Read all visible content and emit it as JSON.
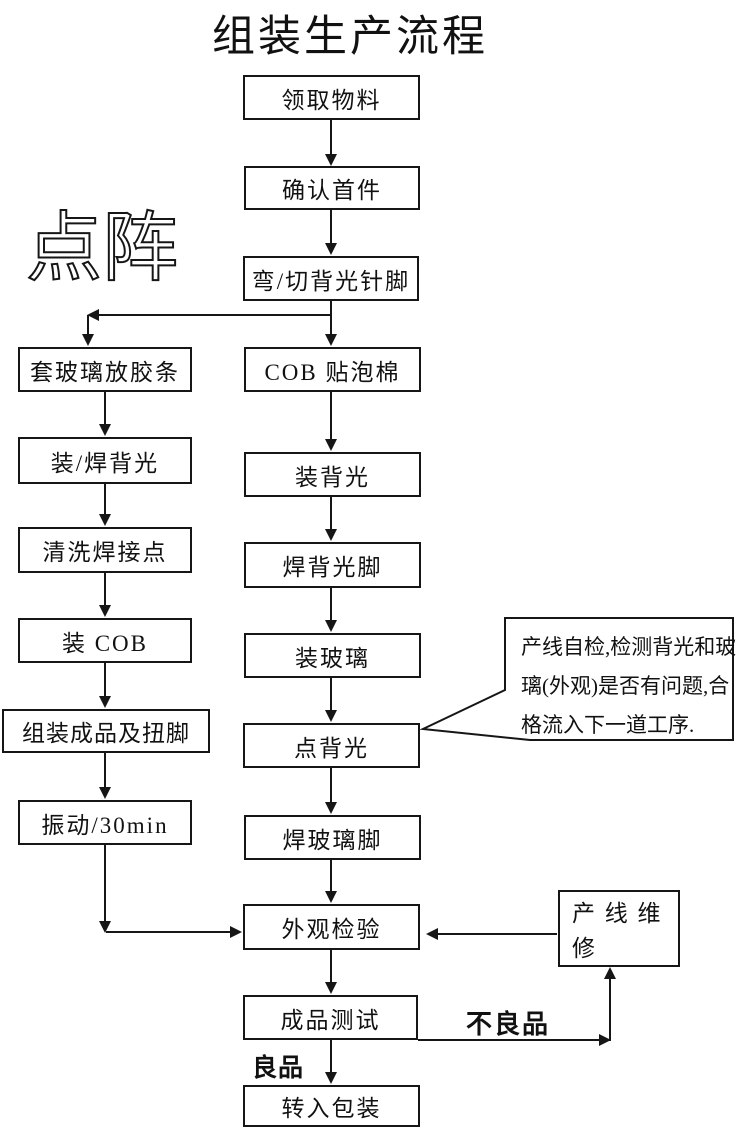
{
  "title": "组装生产流程",
  "watermark": "点阵",
  "center_steps": [
    "领取物料",
    "确认首件",
    "弯/切背光针脚",
    "COB 贴泡棉",
    "装背光",
    "焊背光脚",
    "装玻璃",
    "点背光",
    "焊玻璃脚",
    "外观检验",
    "成品测试",
    "转入包装"
  ],
  "left_steps": [
    "套玻璃放胶条",
    "装/焊背光",
    "清洗焊接点",
    "装 COB",
    "组装成品及扭脚",
    "振动/30min"
  ],
  "repair_box": {
    "lines": [
      "产 线 维",
      "修"
    ]
  },
  "callout": {
    "lines": [
      "产线自检,检测背光和玻",
      "璃(外观)是否有问题,合",
      "格流入下一道工序."
    ]
  },
  "labels": {
    "defective": "不良品",
    "good": "良品"
  },
  "colors": {
    "ink": "#161616",
    "background": "#ffffff"
  }
}
